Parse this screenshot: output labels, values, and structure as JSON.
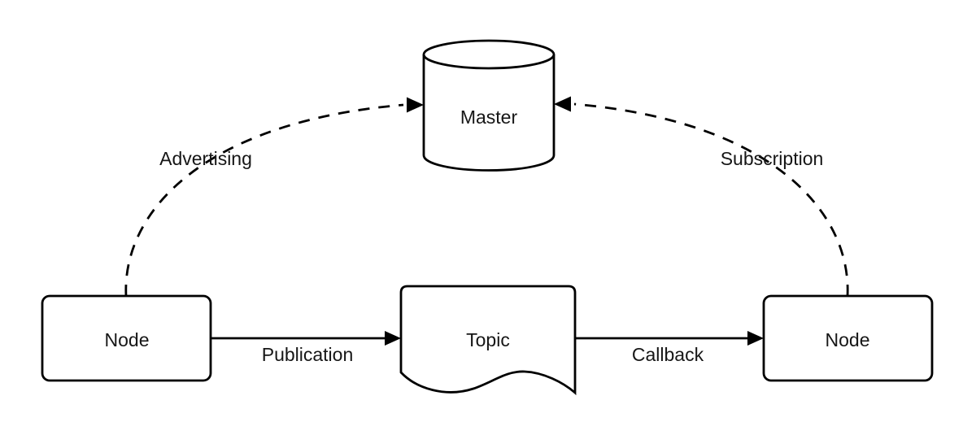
{
  "diagram": {
    "background": "#ffffff",
    "stroke_color": "#000000",
    "text_color": "#161616",
    "nodes": {
      "master": {
        "label": "Master",
        "shape": "cylinder"
      },
      "node_left": {
        "label": "Node",
        "shape": "rounded-rectangle"
      },
      "topic": {
        "label": "Topic",
        "shape": "document"
      },
      "node_right": {
        "label": "Node",
        "shape": "rounded-rectangle"
      }
    },
    "edges": {
      "advertising": {
        "label": "Advertising",
        "from": "node_left",
        "to": "master",
        "style": "dashed"
      },
      "subscription": {
        "label": "Subscription",
        "from": "node_right",
        "to": "master",
        "style": "dashed"
      },
      "publication": {
        "label": "Publication",
        "from": "node_left",
        "to": "topic",
        "style": "solid"
      },
      "callback": {
        "label": "Callback",
        "from": "topic",
        "to": "node_right",
        "style": "solid"
      }
    }
  }
}
